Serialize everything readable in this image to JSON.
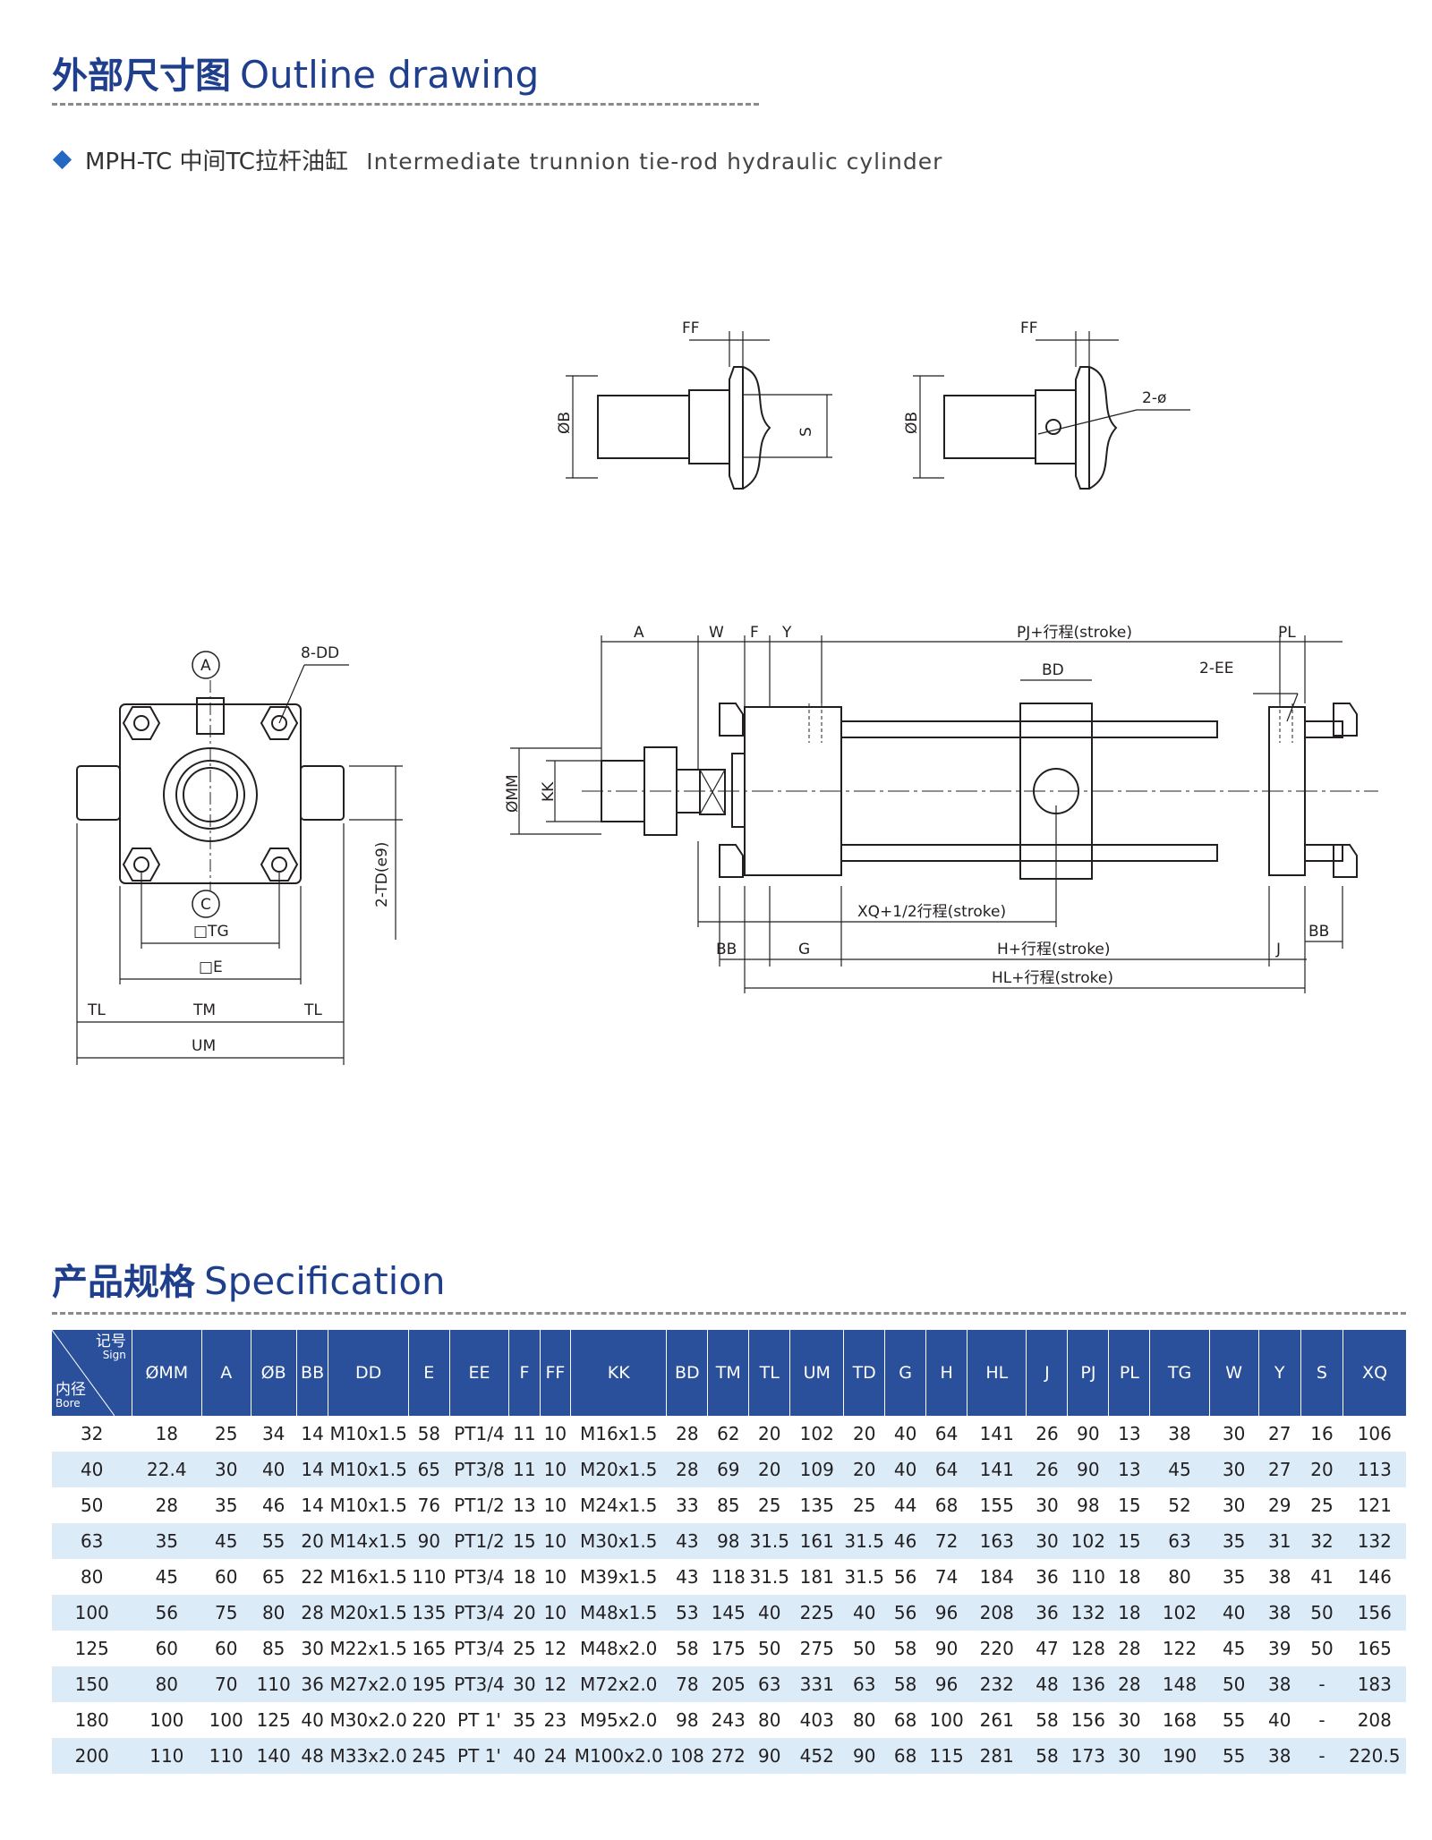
{
  "outline": {
    "title_cn": "外部尺寸图",
    "title_en": "Outline drawing"
  },
  "subtitle": {
    "model": "MPH-TC",
    "name_cn": "中间TC拉杆油缸",
    "name_en": "Intermediate trunnion tie-rod hydraulic cylinder"
  },
  "drawing": {
    "FF": "FF",
    "B": "ØB",
    "S": "S",
    "hole": "2-ø",
    "A_circle": "A",
    "C_circle": "C",
    "DD": "8-DD",
    "TG": "□TG",
    "E": "□E",
    "TL": "TL",
    "TM": "TM",
    "UM": "UM",
    "TD": "2-TD(e9)",
    "A": "A",
    "W": "W",
    "F": "F",
    "Y": "Y",
    "PJ": "PJ+行程(stroke)",
    "PL": "PL",
    "BD": "BD",
    "EE": "2-EE",
    "MM": "ØMM",
    "KK": "KK",
    "XQ": "XQ+1/2行程(stroke)",
    "BB": "BB",
    "G": "G",
    "H": "H+行程(stroke)",
    "J": "J",
    "HL": "HL+行程(stroke)"
  },
  "spec": {
    "title_cn": "产品规格",
    "title_en": "Specification",
    "corner": {
      "sign_cn": "记号",
      "sign_en": "Sign",
      "bore_cn": "内径",
      "bore_en": "Bore"
    },
    "columns": [
      "ØMM",
      "A",
      "ØB",
      "BB",
      "DD",
      "E",
      "EE",
      "F",
      "FF",
      "KK",
      "BD",
      "TM",
      "TL",
      "UM",
      "TD",
      "G",
      "H",
      "HL",
      "J",
      "PJ",
      "PL",
      "TG",
      "W",
      "Y",
      "S",
      "XQ"
    ],
    "rows": [
      [
        "32",
        "18",
        "25",
        "34",
        "14",
        "M10x1.5",
        "58",
        "PT1/4",
        "11",
        "10",
        "M16x1.5",
        "28",
        "62",
        "20",
        "102",
        "20",
        "40",
        "64",
        "141",
        "26",
        "90",
        "13",
        "38",
        "30",
        "27",
        "16",
        "106"
      ],
      [
        "40",
        "22.4",
        "30",
        "40",
        "14",
        "M10x1.5",
        "65",
        "PT3/8",
        "11",
        "10",
        "M20x1.5",
        "28",
        "69",
        "20",
        "109",
        "20",
        "40",
        "64",
        "141",
        "26",
        "90",
        "13",
        "45",
        "30",
        "27",
        "20",
        "113"
      ],
      [
        "50",
        "28",
        "35",
        "46",
        "14",
        "M10x1.5",
        "76",
        "PT1/2",
        "13",
        "10",
        "M24x1.5",
        "33",
        "85",
        "25",
        "135",
        "25",
        "44",
        "68",
        "155",
        "30",
        "98",
        "15",
        "52",
        "30",
        "29",
        "25",
        "121"
      ],
      [
        "63",
        "35",
        "45",
        "55",
        "20",
        "M14x1.5",
        "90",
        "PT1/2",
        "15",
        "10",
        "M30x1.5",
        "43",
        "98",
        "31.5",
        "161",
        "31.5",
        "46",
        "72",
        "163",
        "30",
        "102",
        "15",
        "63",
        "35",
        "31",
        "32",
        "132"
      ],
      [
        "80",
        "45",
        "60",
        "65",
        "22",
        "M16x1.5",
        "110",
        "PT3/4",
        "18",
        "10",
        "M39x1.5",
        "43",
        "118",
        "31.5",
        "181",
        "31.5",
        "56",
        "74",
        "184",
        "36",
        "110",
        "18",
        "80",
        "35",
        "38",
        "41",
        "146"
      ],
      [
        "100",
        "56",
        "75",
        "80",
        "28",
        "M20x1.5",
        "135",
        "PT3/4",
        "20",
        "10",
        "M48x1.5",
        "53",
        "145",
        "40",
        "225",
        "40",
        "56",
        "96",
        "208",
        "36",
        "132",
        "18",
        "102",
        "40",
        "38",
        "50",
        "156"
      ],
      [
        "125",
        "60",
        "60",
        "85",
        "30",
        "M22x1.5",
        "165",
        "PT3/4",
        "25",
        "12",
        "M48x2.0",
        "58",
        "175",
        "50",
        "275",
        "50",
        "58",
        "90",
        "220",
        "47",
        "128",
        "28",
        "122",
        "45",
        "39",
        "50",
        "165"
      ],
      [
        "150",
        "80",
        "70",
        "110",
        "36",
        "M27x2.0",
        "195",
        "PT3/4",
        "30",
        "12",
        "M72x2.0",
        "78",
        "205",
        "63",
        "331",
        "63",
        "58",
        "96",
        "232",
        "48",
        "136",
        "28",
        "148",
        "50",
        "38",
        "-",
        "183"
      ],
      [
        "180",
        "100",
        "100",
        "125",
        "40",
        "M30x2.0",
        "220",
        "PT 1'",
        "35",
        "23",
        "M95x2.0",
        "98",
        "243",
        "80",
        "403",
        "80",
        "68",
        "100",
        "261",
        "58",
        "156",
        "30",
        "168",
        "55",
        "40",
        "-",
        "208"
      ],
      [
        "200",
        "110",
        "110",
        "140",
        "48",
        "M33x2.0",
        "245",
        "PT 1'",
        "40",
        "24",
        "M100x2.0",
        "108",
        "272",
        "90",
        "452",
        "90",
        "68",
        "115",
        "281",
        "58",
        "173",
        "30",
        "190",
        "55",
        "38",
        "-",
        "220.5"
      ]
    ]
  },
  "colors": {
    "title": "#1f3f8c",
    "header_bg": "#2a4f9b",
    "row_alt": "#dcebf8",
    "diamond": "#2568c4"
  }
}
